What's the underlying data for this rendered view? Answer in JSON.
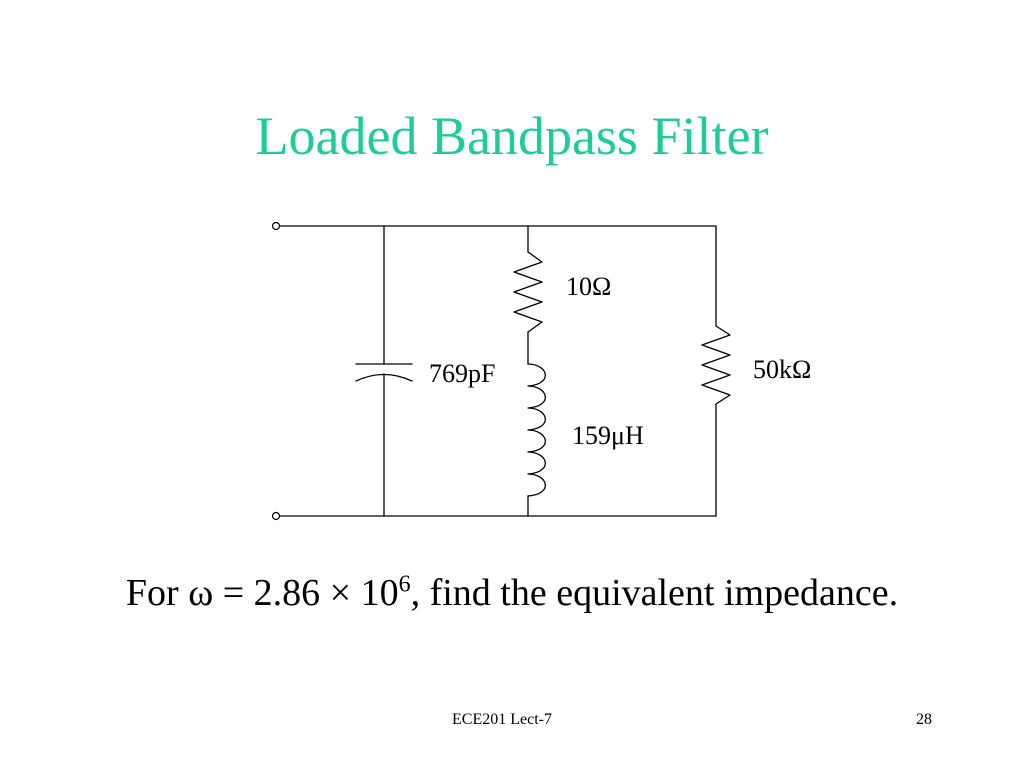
{
  "slide": {
    "title": "Loaded Bandpass Filter",
    "accent_color": "#1ecb9a",
    "circuit": {
      "resistor_series_label": "10Ω",
      "capacitor_label": "769pF",
      "inductor_label": "159μH",
      "resistor_load_label": "50kΩ"
    },
    "question": {
      "prefix": "For ω = 2.86 × 10",
      "exponent": "6",
      "suffix": ", find the equivalent impedance."
    },
    "footer": {
      "course": "ECE201 Lect-7",
      "page_number": "28"
    }
  }
}
